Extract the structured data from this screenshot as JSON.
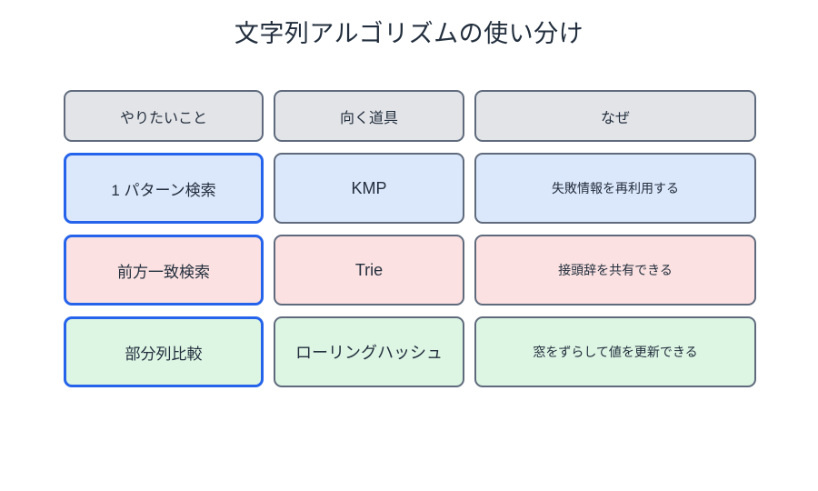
{
  "title": "文字列アルゴリズムの使い分け",
  "colors": {
    "title_text": "#232f3e",
    "cell_text": "#232f3e",
    "header_fill": "#e3e4e8",
    "blue_fill": "#dbe7fa",
    "pink_fill": "#fbe1e1",
    "green_fill": "#ddf5e3",
    "default_border": "#5f6b7d",
    "highlight_border": "#2563eb",
    "background": "#ffffff"
  },
  "table": {
    "headers": [
      "やりたいこと",
      "向く道具",
      "なぜ"
    ],
    "rows": [
      {
        "task": "1 パターン検索",
        "tool": "KMP",
        "reason": "失敗情報を再利用する"
      },
      {
        "task": "前方一致検索",
        "tool": "Trie",
        "reason": "接頭辞を共有できる"
      },
      {
        "task": "部分列比較",
        "tool": "ローリングハッシュ",
        "reason": "窓をずらして値を更新できる"
      }
    ]
  }
}
